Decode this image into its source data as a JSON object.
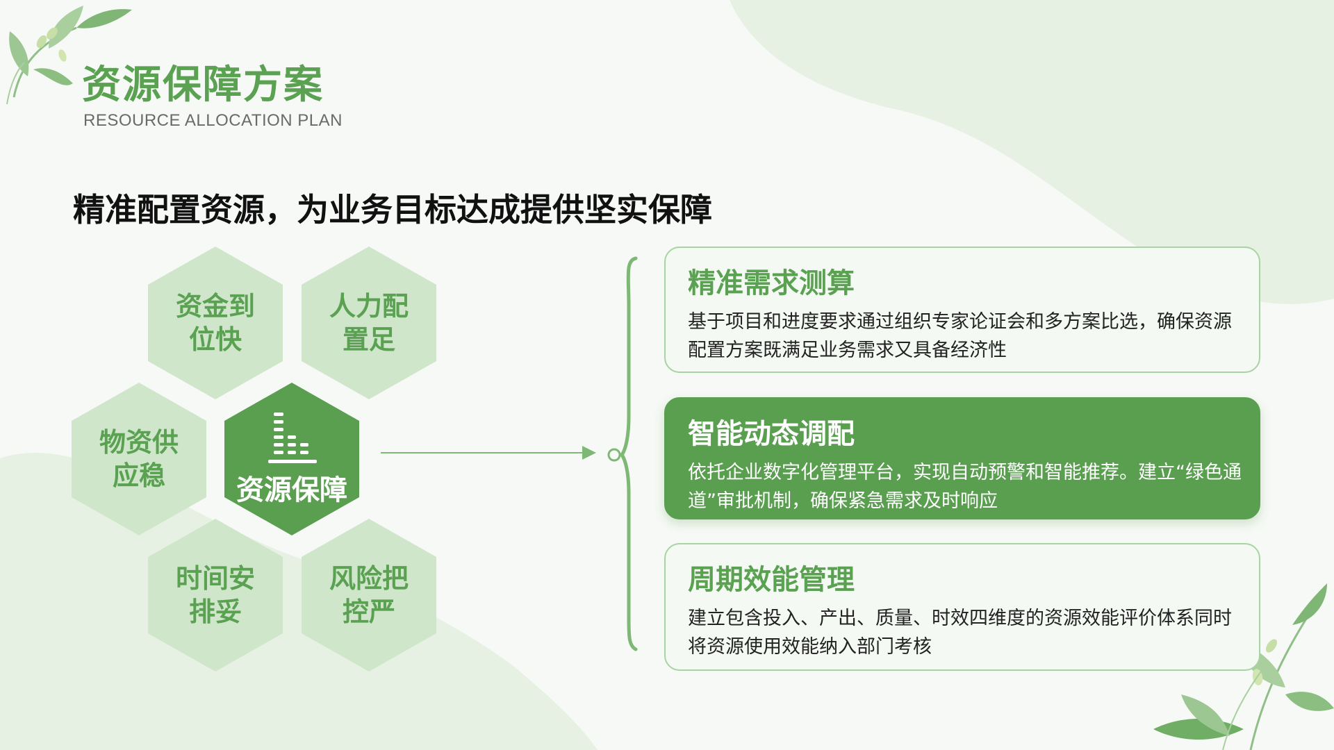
{
  "header": {
    "title": "资源保障方案",
    "subtitle": "RESOURCE ALLOCATION PLAN"
  },
  "headline": "精准配置资源，为业务目标达成提供坚实保障",
  "hexagons": {
    "center": "资源保障",
    "items": [
      "资金到位快",
      "人力配置足",
      "物资供应稳",
      "时间安排妥",
      "风险把控严"
    ]
  },
  "cards": [
    {
      "title": "精准需求测算",
      "desc": "基于项目和进度要求通过组织专家论证会和多方案比选，确保资源配置方案既满足业务需求又具备经济性"
    },
    {
      "title": "智能动态调配",
      "desc": "依托企业数字化管理平台，实现自动预警和智能推荐。建立“绿色通道”审批机制，确保紧急需求及时响应"
    },
    {
      "title": "周期效能管理",
      "desc": "建立包含投入、产出、质量、时效四维度的资源效能评价体系同时将资源使用效能纳入部门考核"
    }
  ],
  "colors": {
    "primary": "#5a9e50",
    "light_hex": "#cfe6cb",
    "card_border": "#a8d3a2",
    "background": "#f6f9f5"
  },
  "icons": [
    "leaf-decoration-icon",
    "bar-chart-icon",
    "arrow-right-icon"
  ]
}
